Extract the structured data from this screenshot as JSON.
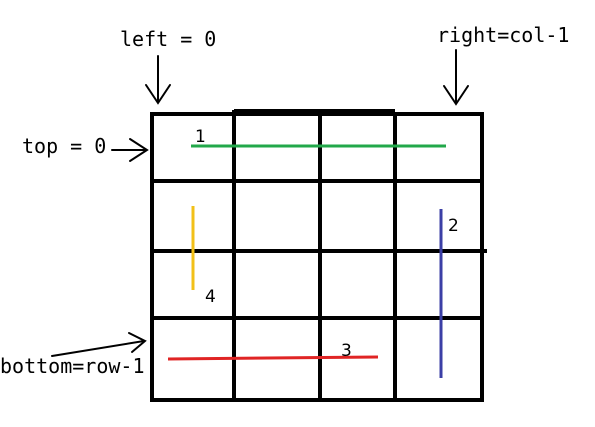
{
  "labels": {
    "left": "left = 0",
    "right": "right=col-1",
    "top": "top = 0",
    "bottom": "bottom=row-1"
  },
  "steps": [
    {
      "number": "1",
      "color": "#22a84a"
    },
    {
      "number": "2",
      "color": "#3b3fa6"
    },
    {
      "number": "3",
      "color": "#e02424"
    },
    {
      "number": "4",
      "color": "#f2c018"
    }
  ],
  "colors": {
    "grid": "#000000",
    "background": "#ffffff"
  }
}
